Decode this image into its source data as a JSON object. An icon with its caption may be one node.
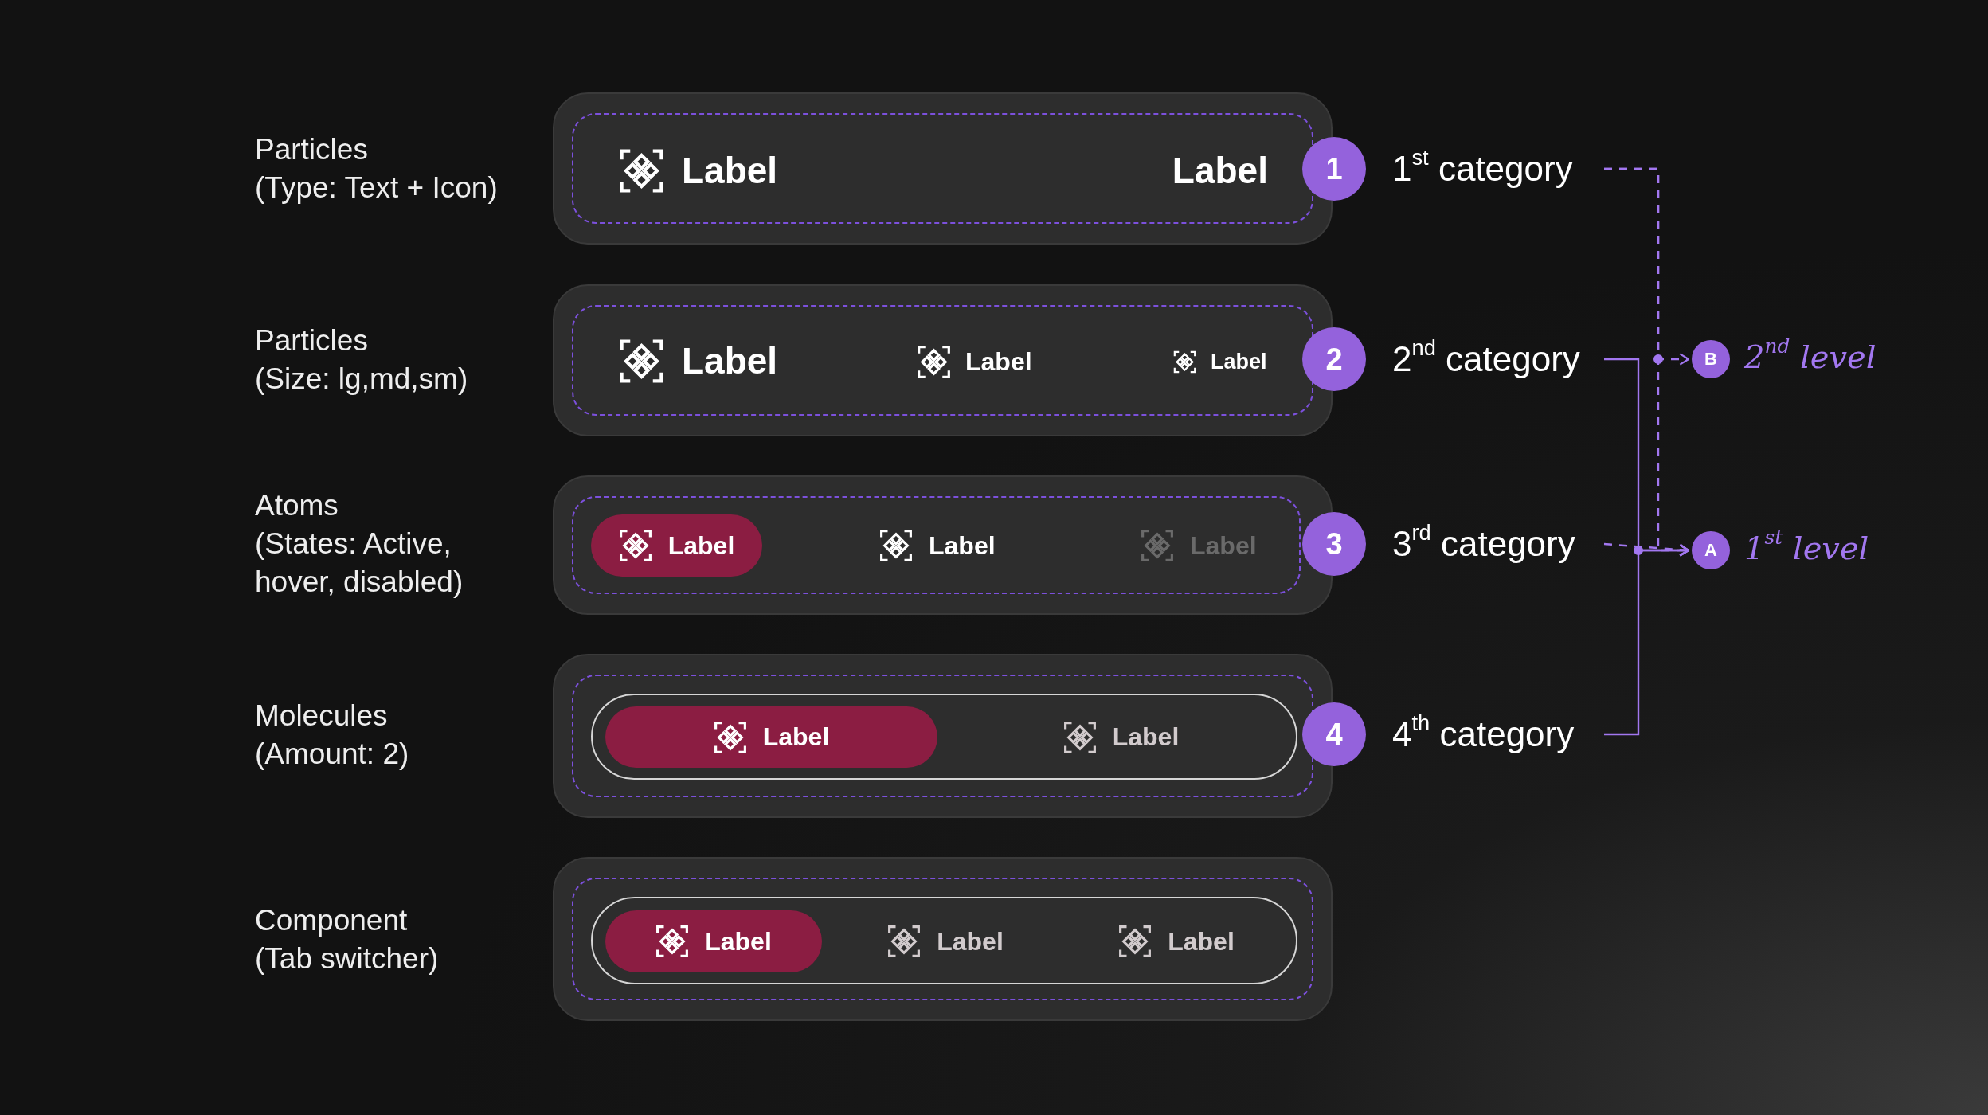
{
  "diagram": {
    "nodes": [
      {
        "text": [],
        "shape": "box",
        "beside": [
          "Particles",
          "(Type: Text + Icon)"
        ]
      },
      {
        "text": [
          "Label"
        ],
        "in": 0
      },
      {
        "text": [
          "Label"
        ],
        "in": 0
      },
      {
        "text": [],
        "shape": "box",
        "beside": [
          "Particles",
          "(Size: lg,md,sm)"
        ]
      },
      {
        "text": [
          "Label"
        ],
        "in": 3
      },
      {
        "text": [
          "Label"
        ],
        "in": 3
      },
      {
        "text": [
          "Label"
        ],
        "in": 3
      },
      {
        "text": [],
        "shape": "box",
        "beside": [
          "Atoms",
          "(States: Active, hover, disabled)"
        ]
      },
      {
        "text": [
          "Label"
        ],
        "in": 7
      },
      {
        "text": [
          "Label"
        ],
        "in": 7
      },
      {
        "text": [
          "Label"
        ],
        "in": 7
      },
      {
        "text": [],
        "shape": "box",
        "beside": [
          "Molecules",
          "(Amount: 2)"
        ]
      },
      {
        "text": [],
        "shape": "box",
        "in": 11
      },
      {
        "text": [
          "Label"
        ],
        "in": 12
      },
      {
        "text": [
          "Label"
        ],
        "in": 12
      },
      {
        "text": [],
        "shape": "box",
        "beside": [
          "Component",
          "(Tab switcher)"
        ]
      },
      {
        "text": [],
        "shape": "box",
        "in": 15
      },
      {
        "text": [
          "Label"
        ],
        "in": 16
      },
      {
        "text": [
          "Label"
        ],
        "in": 16
      },
      {
        "text": [
          "Label"
        ],
        "in": 16
      },
      {
        "text": [
          "1"
        ]
      },
      {
        "text": [
          "2"
        ]
      },
      {
        "text": [
          "3"
        ]
      },
      {
        "text": [
          "4"
        ]
      },
      {
        "text": [
          "1$^{st}$ category"
        ]
      },
      {
        "text": [
          "2$^{nd}$ category"
        ]
      },
      {
        "text": [
          "3$^{rd}$ category"
        ]
      },
      {
        "text": [
          "4$^{th}$ category"
        ]
      },
      {
        "text": [
          "B"
        ],
        "beside": [
          "2$^{nd}$ level"
        ]
      },
      {
        "text": [
          "A"
        ],
        "beside": [
          "1$^{st}$ level"
        ]
      }
    ],
    "edges": [
      {
        "from": 24,
        "to": 28,
        "arrow": "to",
        "style": "dashed"
      },
      {
        "from": 24,
        "to": 29,
        "arrow": "to",
        "style": "dashed"
      },
      {
        "from": 25,
        "to": 29,
        "arrow": "to"
      },
      {
        "from": 26,
        "to": 29,
        "arrow": "to",
        "style": "dashed"
      },
      {
        "from": 27,
        "to": 29,
        "arrow": "to"
      }
    ]
  }
}
